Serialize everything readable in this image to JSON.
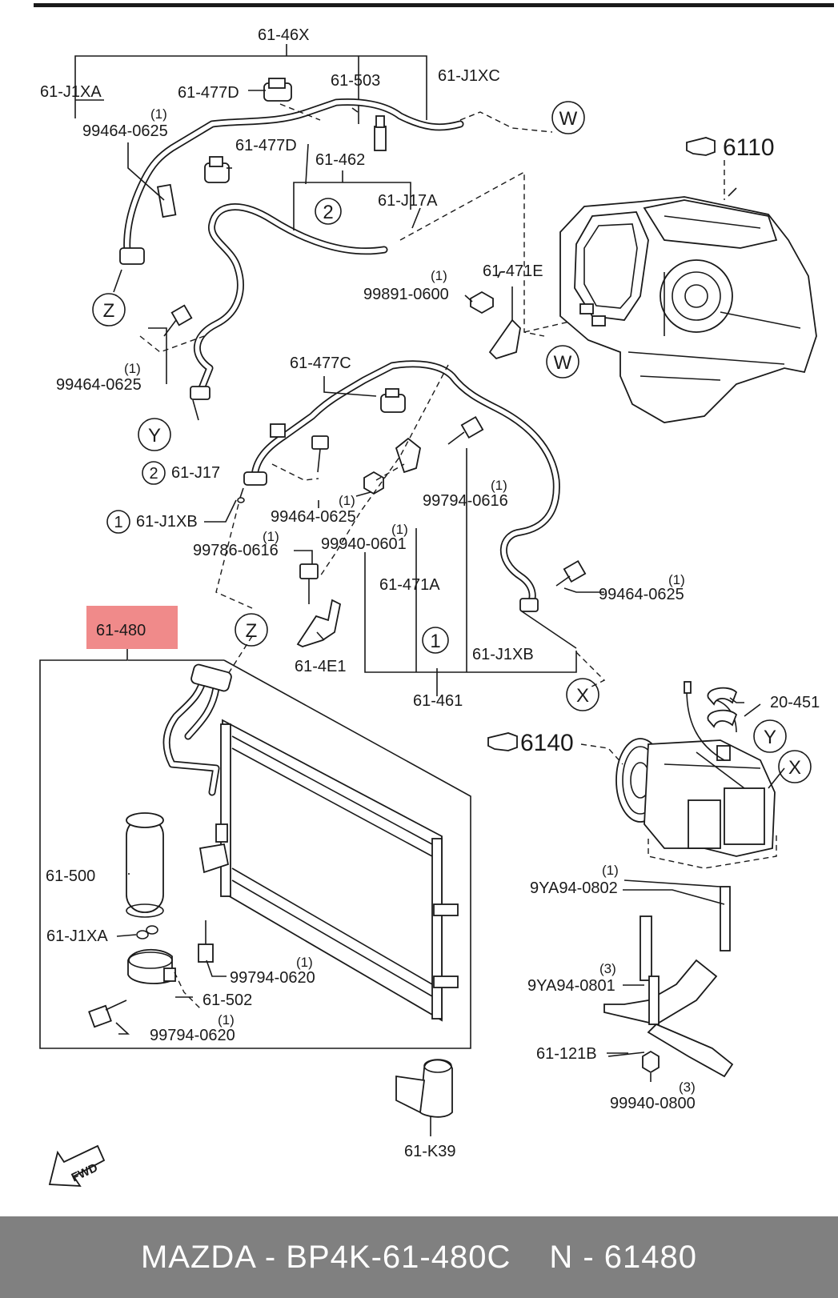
{
  "diagram": {
    "labels": {
      "l_46x": "61-46X",
      "l_j1xa_top": "61-J1XA",
      "l_477d_1": "61-477D",
      "l_503": "61-503",
      "l_j1xc": "61-J1XC",
      "l_q1_a": "(1)",
      "l_99464_a": "99464-0625",
      "l_477d_2": "61-477D",
      "l_462": "61-462",
      "l_6110": "6110",
      "l_j17a": "61-J17A",
      "l_q1_b": "(1)",
      "l_99891": "99891-0600",
      "l_471e": "61-471E",
      "l_q1_c": "(1)",
      "l_99464_b": "99464-0625",
      "l_477c": "61-477C",
      "l_j17": "61-J17",
      "l_j1xb_1": "61-J1XB",
      "l_q1_d": "(1)",
      "l_99464_c": "99464-0625",
      "l_q1_e": "(1)",
      "l_99794_a": "99794-0616",
      "l_q1_f": "(1)",
      "l_99786": "99786-0616",
      "l_q1_g": "(1)",
      "l_99940_a": "99940-0601",
      "l_471a": "61-471A",
      "l_q1_h": "(1)",
      "l_99464_d": "99464-0625",
      "l_480": "61-480",
      "l_4e1": "61-4E1",
      "l_j1xb_2": "61-J1XB",
      "l_461": "61-461",
      "l_20451": "20-451",
      "l_6140": "6140",
      "l_500": "61-500",
      "l_j1xa_bot": "61-J1XA",
      "l_q1_i": "(1)",
      "l_9ya94_0802": "9YA94-0802",
      "l_q1_j": "(1)",
      "l_99794_b": "99794-0620",
      "l_q3_a": "(3)",
      "l_9ya94_0801": "9YA94-0801",
      "l_502": "61-502",
      "l_q1_k": "(1)",
      "l_99794_c": "99794-0620",
      "l_121b": "61-121B",
      "l_q3_b": "(3)",
      "l_99940_b": "99940-0800",
      "l_k39": "61-K39",
      "fwd": "FWD"
    },
    "refs": {
      "w": "W",
      "z": "Z",
      "y": "Y",
      "x": "X",
      "one": "1",
      "two": "2"
    },
    "highlight_color": "#f08a8a"
  },
  "footer": {
    "make": "MAZDA - BP4K-61-480C",
    "code": "N - 61480"
  }
}
